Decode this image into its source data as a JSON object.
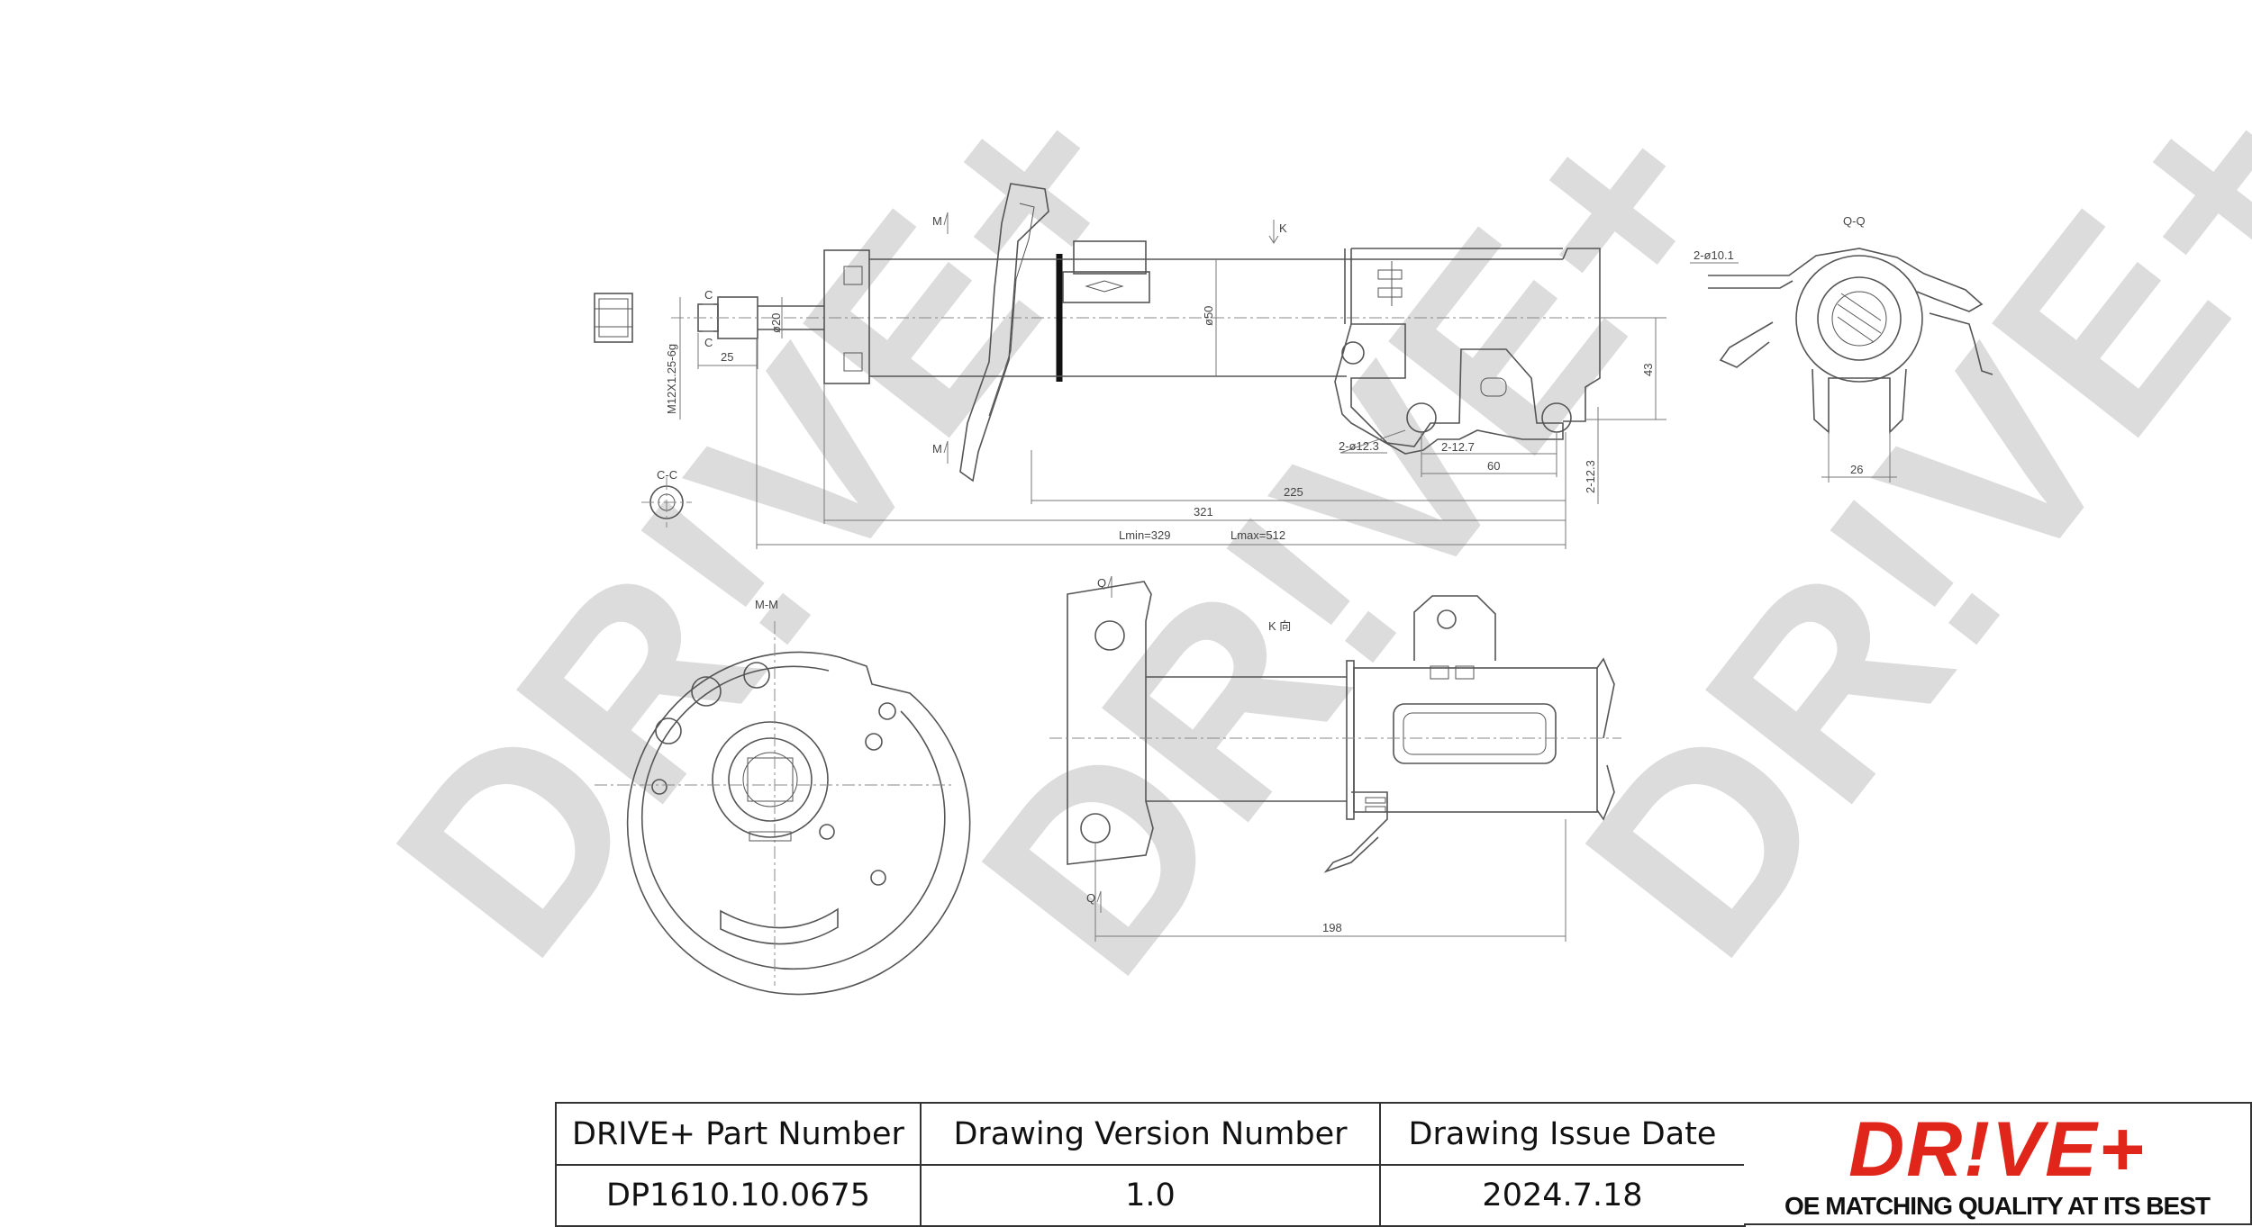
{
  "watermark": {
    "text": "DR!VE+",
    "color": "#dcdcdc"
  },
  "drawing": {
    "views": {
      "section_cc": "C-C",
      "section_mm": "M-M",
      "section_qq": "Q-Q",
      "marker_m": "M",
      "marker_c": "C",
      "marker_k": "K",
      "marker_q": "Q",
      "view_k": "K 向"
    },
    "dimensions": {
      "thread": "M12X1.25-6g",
      "rod_offset": "25",
      "rod_diameter": "ø20",
      "body_diameter": "ø50",
      "bracket_height": "43",
      "hole_spacing": "2-12.3",
      "holes_bottom": "2-ø12.3",
      "hole_width": "2-12.7",
      "hole_pitch": "60",
      "seat_to_bracket": "225",
      "body_length": "321",
      "lmin": "Lmin=329",
      "lmax": "Lmax=512",
      "top_holes": "2-ø10.1",
      "mount_width": "26",
      "bottom_length": "198"
    }
  },
  "title_block": {
    "headers": [
      "DRIVE+ Part Number",
      "Drawing Version Number",
      "Drawing Issue Date"
    ],
    "values": [
      "DP1610.10.0675",
      "1.0",
      "2024.7.18"
    ]
  },
  "logo": {
    "wordmark": "DR!VE+",
    "tagline": "OE MATCHING QUALITY AT ITS BEST",
    "brand_color": "#e0251b"
  }
}
